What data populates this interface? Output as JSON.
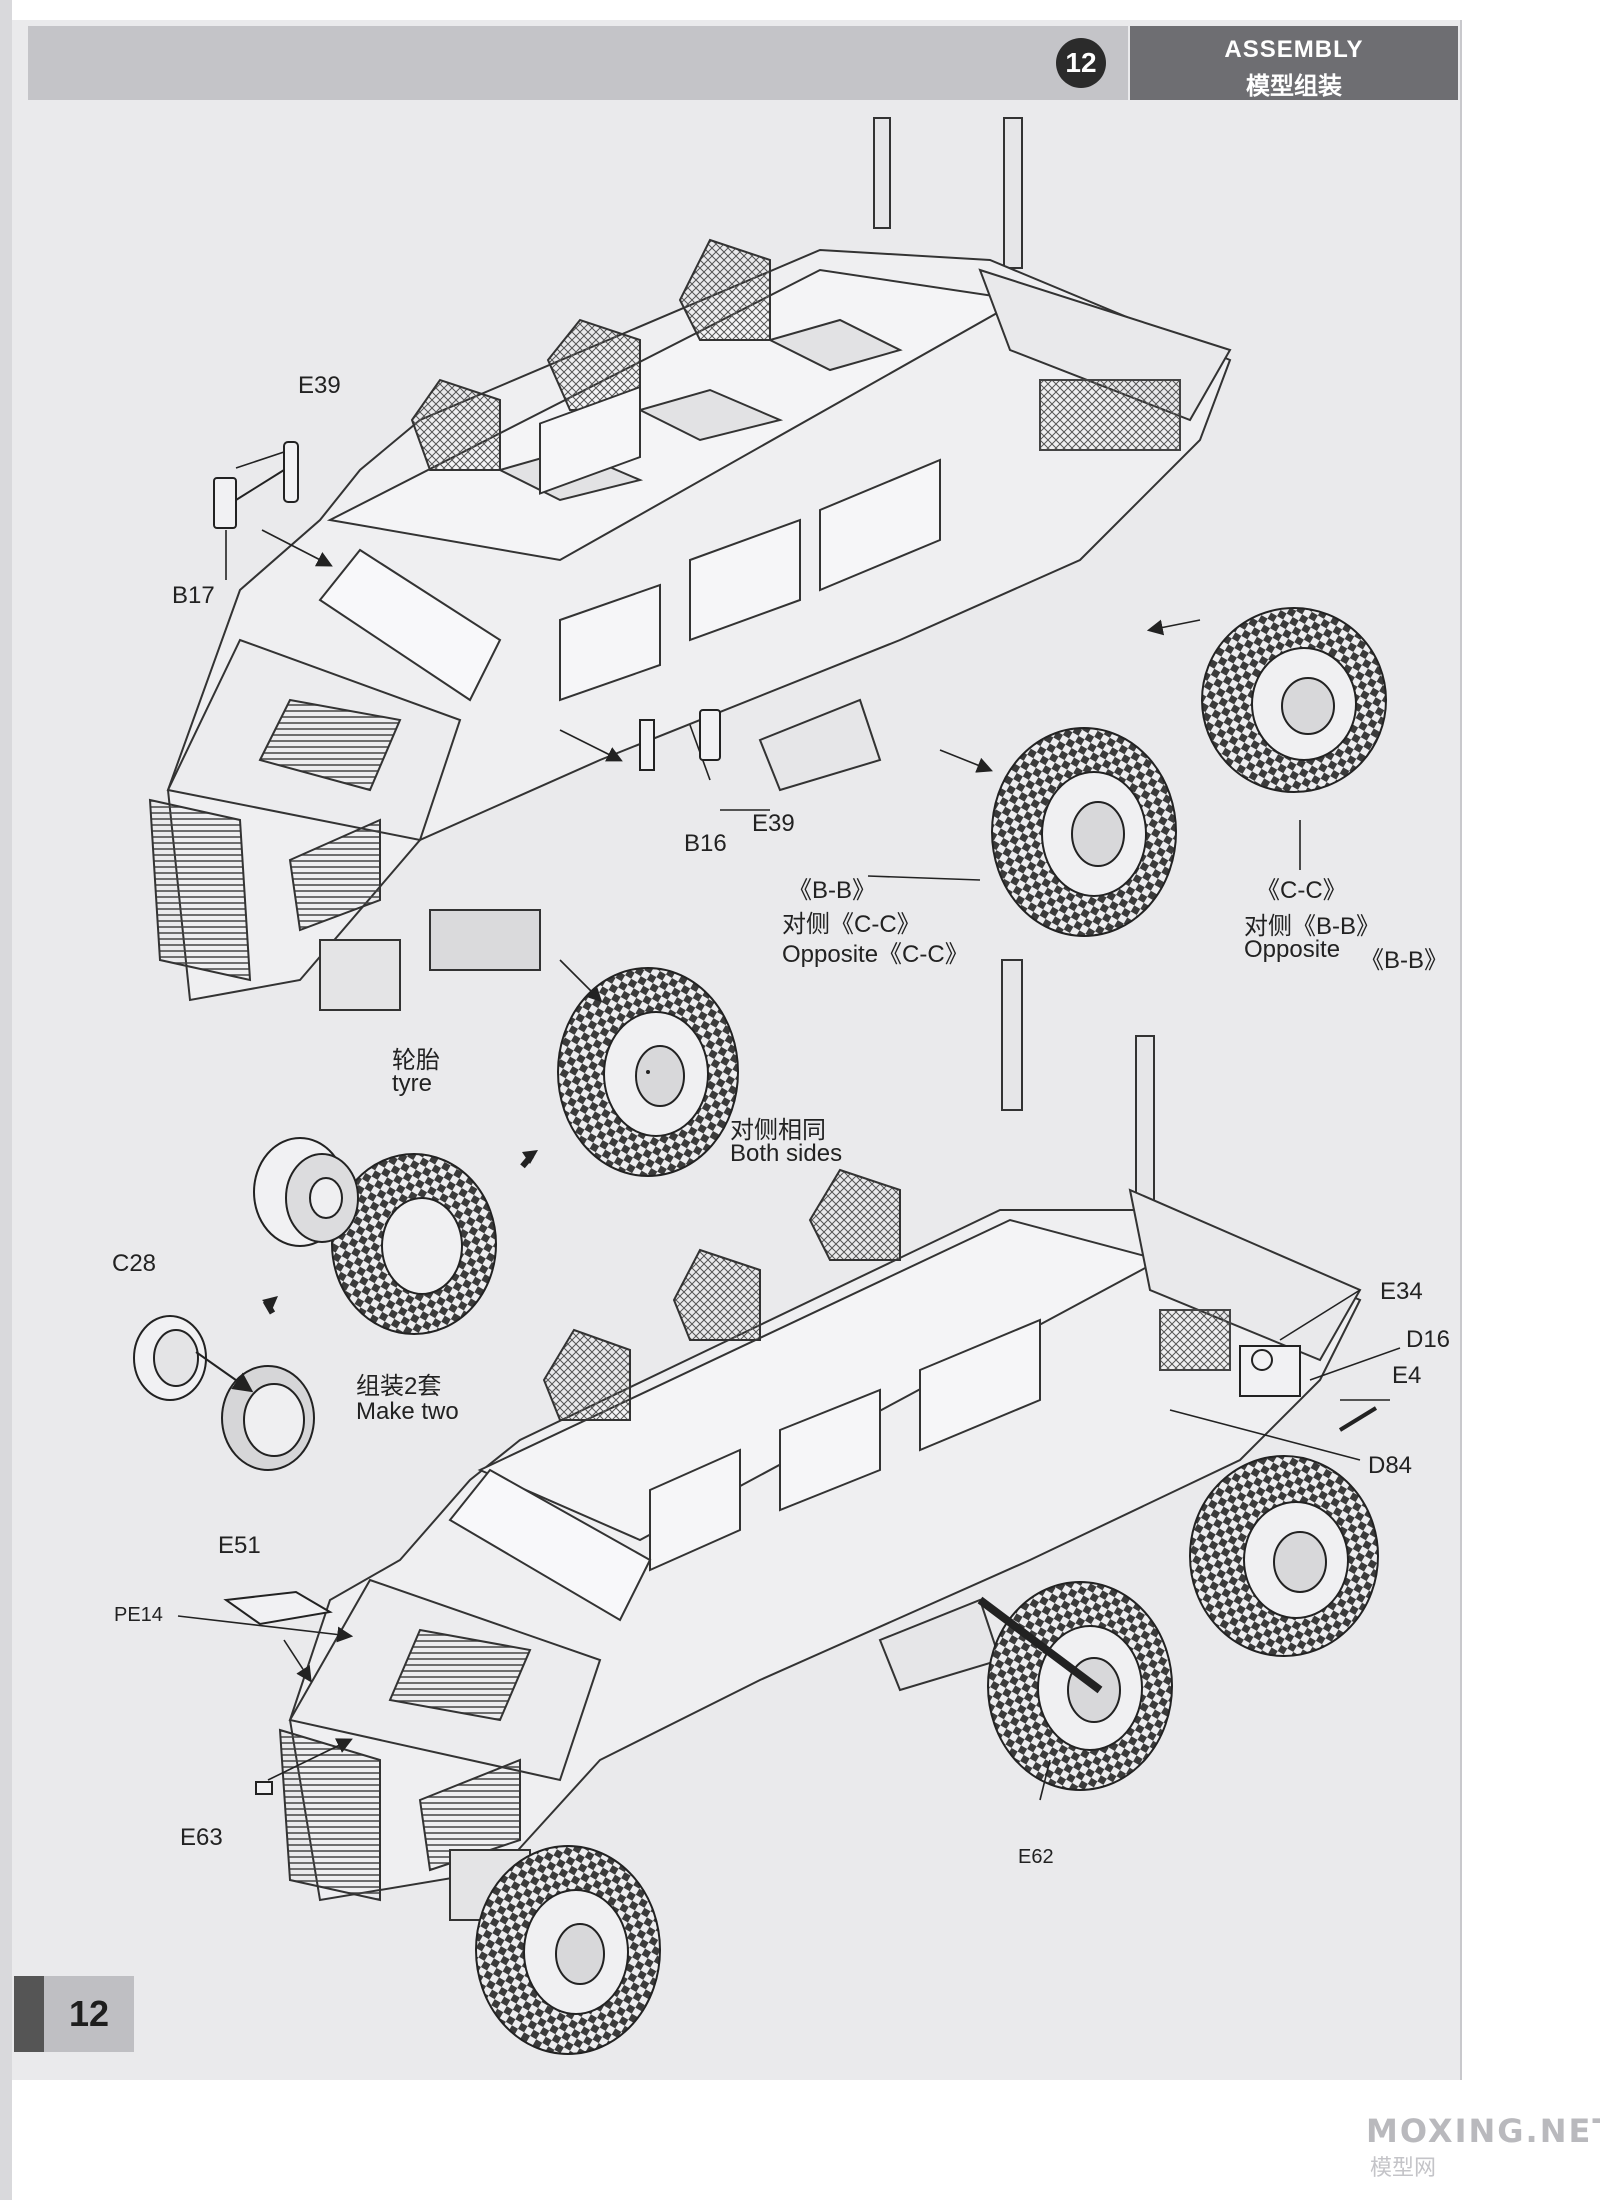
{
  "header": {
    "step_number": "12",
    "title_en": "ASSEMBLY",
    "title_zh": "模型组装"
  },
  "footer": {
    "page_number": "12",
    "watermark": "MOXING.NET",
    "watermark_zh": "模型网"
  },
  "callouts": {
    "e39_top": "E39",
    "b17": "B17",
    "b16": "B16",
    "e39_mid": "E39",
    "bb_label": "《B-B》",
    "bb_opposite_zh": "对侧《C-C》",
    "bb_opposite_en": "Opposite《C-C》",
    "cc_label": "《C-C》",
    "cc_opposite_zh": "对侧《B-B》",
    "cc_opposite_en": "Opposite",
    "cc_opposite_en_ref": "《B-B》",
    "tyre_zh": "轮胎",
    "tyre_en": "tyre",
    "both_sides_zh": "对侧相同",
    "both_sides_en": "Both sides",
    "c28": "C28",
    "make_two_zh": "组装2套",
    "make_two_en": "Make two",
    "e51": "E51",
    "pe14": "PE14",
    "e63": "E63",
    "e34": "E34",
    "d16": "D16",
    "e4": "E4",
    "d84": "D84",
    "e62": "E62"
  }
}
